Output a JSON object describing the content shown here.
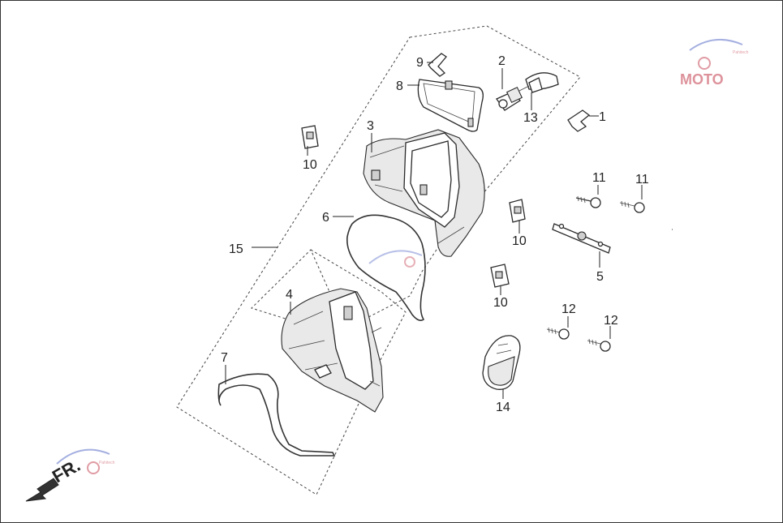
{
  "callouts": {
    "c1": "1",
    "c2": "2",
    "c3": "3",
    "c4": "4",
    "c5": "5",
    "c6": "6",
    "c7": "7",
    "c8": "8",
    "c9": "9",
    "c10a": "10",
    "c10b": "10",
    "c10c": "10",
    "c11a": "11",
    "c11b": "11",
    "c12a": "12",
    "c12b": "12",
    "c13": "13",
    "c14": "14",
    "c15": "15"
  },
  "direction_label": "FR.",
  "watermark": {
    "text": "MOTO",
    "subtext": "Pahitech"
  },
  "colors": {
    "line": "#222222",
    "watermark": "#c23a4a",
    "watermark_blue": "#4a5fc2"
  }
}
